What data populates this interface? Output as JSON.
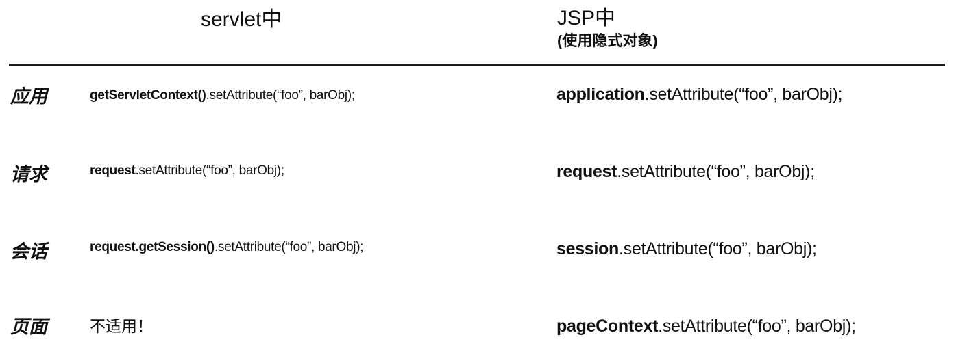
{
  "header": {
    "servlet_title": "servlet中",
    "jsp_title": "JSP中",
    "jsp_subtitle": "(使用隐式对象)"
  },
  "rows": [
    {
      "label": "应用",
      "servlet": {
        "object": "getServletContext()",
        "call": ".setAttribute(“foo”, barObj);"
      },
      "jsp": {
        "object": "application",
        "call": ".setAttribute(“foo”, barObj);"
      }
    },
    {
      "label": "请求",
      "servlet": {
        "object": "request",
        "call": ".setAttribute(“foo”, barObj);"
      },
      "jsp": {
        "object": "request",
        "call": ".setAttribute(“foo”, barObj);"
      }
    },
    {
      "label": "会话",
      "servlet": {
        "object": "request.getSession()",
        "call": ".setAttribute(“foo”, barObj);"
      },
      "jsp": {
        "object": "session",
        "call": ".setAttribute(“foo”, barObj);"
      }
    },
    {
      "label": "页面",
      "servlet": {
        "not_applicable": "不适用！"
      },
      "jsp": {
        "object": "pageContext",
        "call": ".setAttribute(“foo”, barObj);"
      }
    }
  ]
}
